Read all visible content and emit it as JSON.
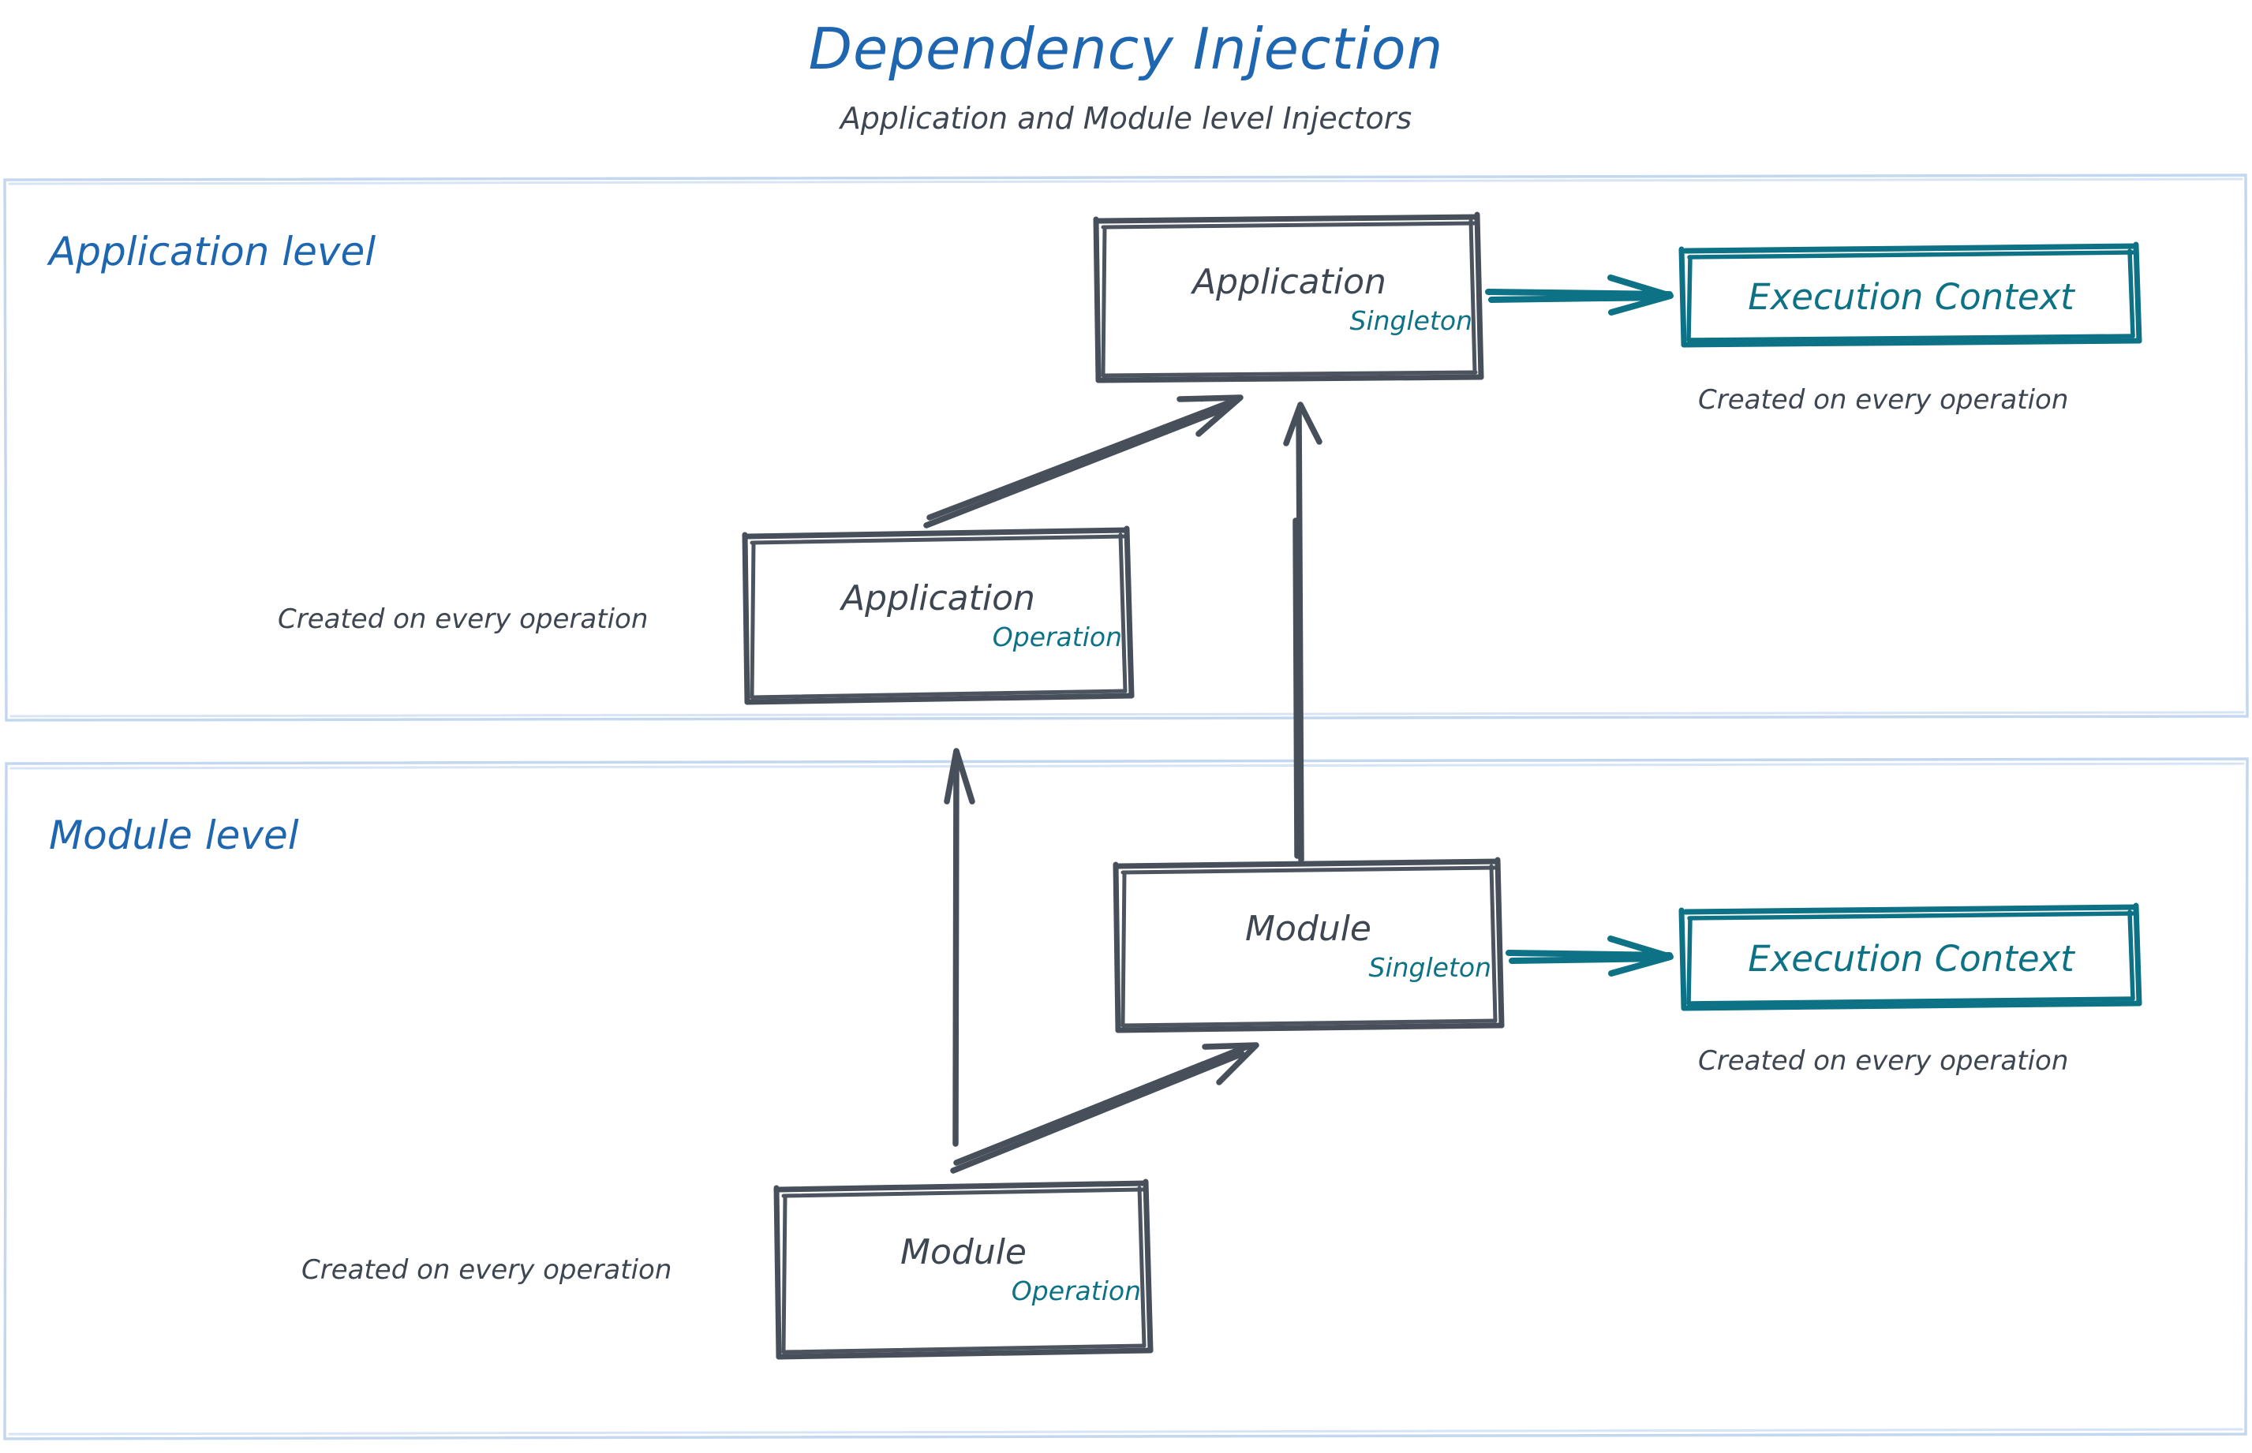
{
  "header": {
    "title": "Dependency Injection",
    "subtitle": "Application and Module level Injectors"
  },
  "colors": {
    "title_blue": "#1f66b0",
    "section_border": "#c3d7ef",
    "ink_dark": "#3d4651",
    "teal": "#0d7285",
    "background": "#ffffff"
  },
  "sections": [
    {
      "id": "application-level",
      "label": "Application level",
      "nodes": [
        {
          "id": "application-singleton",
          "title": "Application",
          "scope": "Singleton",
          "style": "dark-box"
        },
        {
          "id": "execution-context-application",
          "title": "Execution Context",
          "style": "teal-box",
          "note": "Created on every operation"
        },
        {
          "id": "application-operation",
          "title": "Application",
          "scope": "Operation",
          "style": "dark-box",
          "note": "Created on every operation"
        }
      ]
    },
    {
      "id": "module-level",
      "label": "Module level",
      "nodes": [
        {
          "id": "module-singleton",
          "title": "Module",
          "scope": "Singleton",
          "style": "dark-box"
        },
        {
          "id": "execution-context-module",
          "title": "Execution Context",
          "style": "teal-box",
          "note": "Created on every operation"
        },
        {
          "id": "module-operation",
          "title": "Module",
          "scope": "Operation",
          "style": "dark-box",
          "note": "Created on every operation"
        }
      ]
    }
  ],
  "notes": {
    "application_operation_note": "Created on every operation",
    "application_execution_context_note": "Created on every operation",
    "module_operation_note": "Created on every operation",
    "module_execution_context_note": "Created on every operation"
  },
  "edges": [
    {
      "id": "app-singleton-to-exec-context",
      "from": "application-singleton",
      "to": "execution-context-application",
      "color": "teal",
      "direction": "right"
    },
    {
      "id": "app-operation-to-app-singleton",
      "from": "application-operation",
      "to": "application-singleton",
      "color": "dark",
      "direction": "diagonal-up-right"
    },
    {
      "id": "module-singleton-to-app-singleton",
      "from": "module-singleton",
      "to": "application-singleton",
      "color": "dark",
      "direction": "up"
    },
    {
      "id": "module-operation-to-app-operation",
      "from": "module-operation",
      "to": "application-operation",
      "color": "dark",
      "direction": "up"
    },
    {
      "id": "module-operation-to-module-singleton",
      "from": "module-operation",
      "to": "module-singleton",
      "color": "dark",
      "direction": "diagonal-up-right"
    },
    {
      "id": "module-singleton-to-exec-context",
      "from": "module-singleton",
      "to": "execution-context-module",
      "color": "teal",
      "direction": "right"
    }
  ]
}
